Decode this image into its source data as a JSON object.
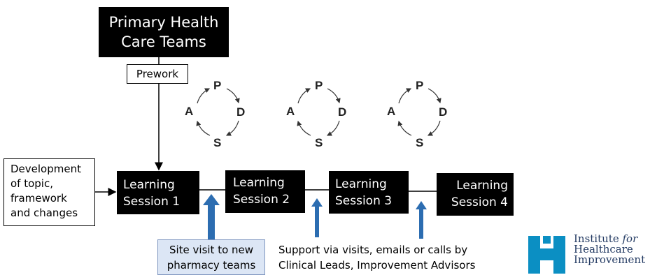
{
  "title": "Primary Health\nCare Teams",
  "prework": "Prework",
  "development": "Development\nof topic,\nframework\nand changes",
  "pdsa": {
    "p": "P",
    "d": "D",
    "s": "S",
    "a": "A"
  },
  "sessions": [
    "Learning\nSession 1",
    "Learning\nSession 2",
    "Learning\nSession 3",
    "Learning\nSession 4"
  ],
  "site_visit": "Site visit to new\npharmacy teams",
  "support": "Support via visits,  emails or calls by\nClinical Leads, Improvement Advisors",
  "logo": {
    "line1": "Institute ",
    "line1_em": "for",
    "line2": "Healthcare",
    "line3": "Improvement"
  },
  "colors": {
    "box": "#000000",
    "arrow_blue": "#2c6db1",
    "site_fill": "#dce6f5",
    "logo_teal": "#0b8fc3",
    "logo_text": "#243b63"
  }
}
